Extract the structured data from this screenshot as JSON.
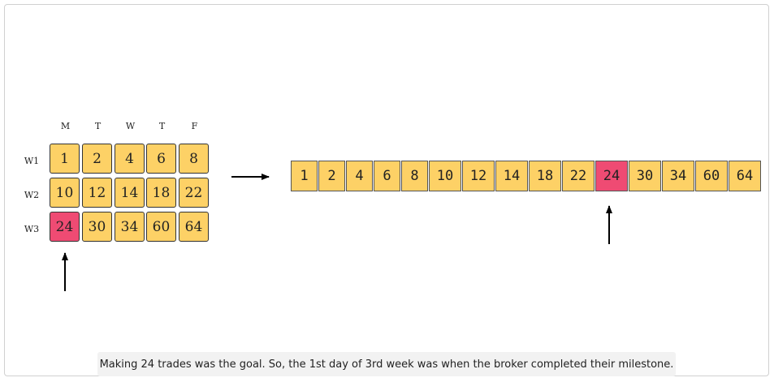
{
  "colors": {
    "cell": "#fdd166",
    "highlight": "#ef4b73"
  },
  "grid": {
    "days": [
      "M",
      "T",
      "W",
      "T",
      "F"
    ],
    "weeks": [
      "W1",
      "W2",
      "W3"
    ],
    "rows": [
      [
        "1",
        "2",
        "4",
        "6",
        "8"
      ],
      [
        "10",
        "12",
        "14",
        "18",
        "22"
      ],
      [
        "24",
        "30",
        "34",
        "60",
        "64"
      ]
    ],
    "highlight": {
      "row": 2,
      "col": 0
    }
  },
  "sequence": {
    "values": [
      "1",
      "2",
      "4",
      "6",
      "8",
      "10",
      "12",
      "14",
      "18",
      "22",
      "24",
      "30",
      "34",
      "60",
      "64"
    ],
    "highlight_index": 10
  },
  "caption": "Making 24 trades was the goal. So, the 1st day of 3rd week was when the broker completed their milestone."
}
